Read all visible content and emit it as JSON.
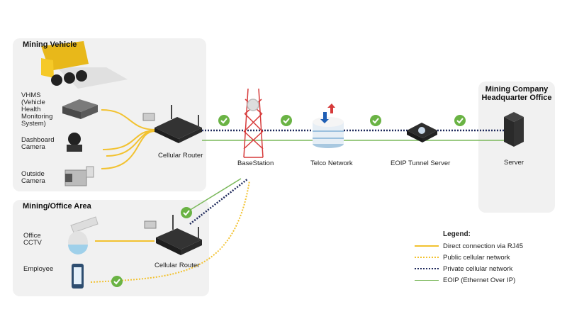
{
  "panels": {
    "vehicle": {
      "title": "Mining Vehicle"
    },
    "office_area": {
      "title": "Mining/Office Area"
    },
    "hq": {
      "title": "Mining Company\nHeadquarter Office"
    }
  },
  "devices": {
    "vhms": "VHMS\n(Vehicle\nHealth\nMonitoring\nSystem)",
    "dashboard_camera": "Dashboard\nCamera",
    "outside_camera": "Outside\nCamera",
    "vehicle_router": "Cellular Router",
    "office_cctv": "Office\nCCTV",
    "employee": "Employee",
    "office_router": "Cellular Router",
    "base_station": "BaseStation",
    "telco": "Telco Network",
    "eoip_server": "EOIP Tunnel Server",
    "server": "Server"
  },
  "legend": {
    "title": "Legend:",
    "items": [
      {
        "label": "Direct connection via RJ45",
        "style": "solid",
        "color": "#f2c230"
      },
      {
        "label": "Public cellular network",
        "style": "dotted",
        "color": "#f2c230"
      },
      {
        "label": "Private cellular network",
        "style": "dotted",
        "color": "#1f2a5c"
      },
      {
        "label": "EOIP (Ethernet Over IP)",
        "style": "solid",
        "color": "#7ab85a"
      }
    ]
  },
  "colors": {
    "rj45": "#f2c230",
    "private": "#1f2a5c",
    "eoip": "#7ab85a",
    "check": "#6ab344"
  }
}
